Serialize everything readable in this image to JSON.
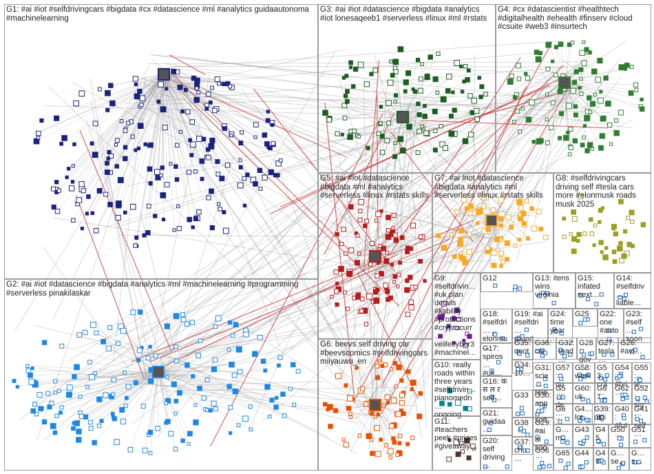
{
  "groups": [
    {
      "id": "G1",
      "label": "G1: #ai #iot #selfdrivingcars #bigdata #cx #datascience #ml #analytics guidaautonoma #machinelearning",
      "color": "#1a237e"
    },
    {
      "id": "G2",
      "label": "G2: #ai #iot #datascience #bigdata #analytics #ml #machinelearning #programming #serverless pinakilaskar",
      "color": "#1e88e5"
    },
    {
      "id": "G3",
      "label": "G3: #ai #iot #datascience #bigdata #analytics #iot lonesaqeeb1 #serverless #linux #ml #rstats",
      "color": "#1b5e20"
    },
    {
      "id": "G4",
      "label": "G4: #cx #datascientist #healthtech #digitalhealth #ehealth #finserv #cloud #csuite #web3 #insurtech",
      "color": "#2e7d32"
    },
    {
      "id": "G5",
      "label": "G5: #ai #iot #datascience #bigdata #ml #analytics #serverless #linux #rstats skills",
      "color": "#b71c1c"
    },
    {
      "id": "G6",
      "label": "G6: beevs self driving car #beevscomics #selfdrivingcars miiyauwu_en",
      "color": "#e65100"
    },
    {
      "id": "G7",
      "label": "G7: #ai #iot #datascience #bigdata #analytics #ml #serverless #linux #rstats skills",
      "color": "#f9a825"
    },
    {
      "id": "G8",
      "label": "G8: #selfdrivingcars driving self #tesla cars more #elonmusk roads musk 2025",
      "color": "#9e9d24"
    },
    {
      "id": "G9",
      "label": "G9: #selfdrivin… #uk plan details #liability #protections #cryptocurr… veillecyber3 #machinel…",
      "color": "#6a1b9a"
    },
    {
      "id": "G10",
      "label": "G10: really roads within three years #selfdrivin… pianomedn… ongoing…",
      "color": "#00838f"
    },
    {
      "id": "G11",
      "label": "G11: #teachers peek #prizes #giveaway…",
      "color": "#4e342e"
    },
    {
      "id": "G12",
      "label": "G12",
      "color": "#1565c0"
    },
    {
      "id": "G13",
      "label": "G13: itens wins virginia",
      "color": "#1565c0"
    },
    {
      "id": "G14",
      "label": "G14: #selfdriv… liable…",
      "color": "#1565c0"
    },
    {
      "id": "G15",
      "label": "G15: infated next…",
      "color": "#1565c0"
    },
    {
      "id": "G16",
      "label": "G16: क स ल र self…",
      "color": "#1565c0"
    },
    {
      "id": "G17",
      "label": "G17: spiros… #uk…",
      "color": "#1565c0"
    },
    {
      "id": "G18",
      "label": "G18: #selfdri… elonmu…",
      "color": "#1565c0"
    },
    {
      "id": "G19",
      "label": "G19: #ai #selfdri… round…",
      "color": "#1565c0"
    },
    {
      "id": "G20",
      "label": "G20: self driving…",
      "color": "#1565c0"
    },
    {
      "id": "G21",
      "label": "G21: guidaa…",
      "color": "#1565c0"
    },
    {
      "id": "G22",
      "label": "G22: one #auto…",
      "color": "#1565c0"
    },
    {
      "id": "G23",
      "label": "G23: #self… soon",
      "color": "#1565c0"
    },
    {
      "id": "G24",
      "label": "G24: time year…",
      "color": "#1565c0"
    },
    {
      "id": "G25",
      "label": "G25",
      "color": "#1565c0"
    },
    {
      "id": "G26",
      "label": "G26: #avt…",
      "color": "#1565c0"
    },
    {
      "id": "G27",
      "label": "G27: tesla…",
      "color": "#1565c0"
    },
    {
      "id": "G28",
      "label": "G28: gov…",
      "color": "#1565c0"
    },
    {
      "id": "G29",
      "label": "G29: #ai ai soo…",
      "color": "#1565c0"
    },
    {
      "id": "G30",
      "label": "G30: app… soft…",
      "color": "#1565c0"
    },
    {
      "id": "G31",
      "label": "G31: scie… rele…",
      "color": "#1565c0"
    },
    {
      "id": "G32",
      "label": "G32: read…",
      "color": "#1565c0"
    },
    {
      "id": "G33",
      "label": "G33",
      "color": "#1565c0"
    },
    {
      "id": "G34",
      "label": "G34: 10…",
      "color": "#1565c0"
    },
    {
      "id": "G35",
      "label": "G35: quot…",
      "color": "#1565c0"
    },
    {
      "id": "G36",
      "label": "G36: car",
      "color": "#1565c0"
    },
    {
      "id": "G37",
      "label": "G37: cho…",
      "color": "#1565c0"
    },
    {
      "id": "G38",
      "label": "G38",
      "color": "#1565c0"
    },
    {
      "id": "G39",
      "label": "G39: digi…",
      "color": "#1565c0"
    },
    {
      "id": "G40",
      "label": "G40: #fut…",
      "color": "#1565c0"
    },
    {
      "id": "G41",
      "label": "G41: self…",
      "color": "#1565c0"
    },
    {
      "id": "G42",
      "label": "G42: G…",
      "color": "#1565c0"
    },
    {
      "id": "G43",
      "label": "G43",
      "color": "#1565c0"
    },
    {
      "id": "G44",
      "label": "G44",
      "color": "#1565c0"
    },
    {
      "id": "G45",
      "label": "G45",
      "color": "#1565c0"
    },
    {
      "id": "G46",
      "label": "G4… lot…",
      "color": "#1565c0"
    },
    {
      "id": "G49",
      "label": "G49",
      "color": "#1565c0"
    },
    {
      "id": "G50",
      "label": "G50",
      "color": "#1565c0"
    },
    {
      "id": "G51",
      "label": "G51",
      "color": "#1565c0"
    },
    {
      "id": "G52",
      "label": "G52: sig…",
      "color": "#1565c0"
    },
    {
      "id": "G53",
      "label": "G53: cra…",
      "color": "#1565c0"
    },
    {
      "id": "G54",
      "label": "G54: #bri…",
      "color": "#1565c0"
    },
    {
      "id": "G55",
      "label": "G55: le…",
      "color": "#1565c0"
    },
    {
      "id": "G56",
      "label": "G56",
      "color": "#1565c0"
    },
    {
      "id": "G57",
      "label": "G57: qu…",
      "color": "#1565c0"
    },
    {
      "id": "G58",
      "label": "G58: work",
      "color": "#1565c0"
    },
    {
      "id": "G59",
      "label": "G5… de…",
      "color": "#1565c0"
    },
    {
      "id": "G60",
      "label": "G60: uk…",
      "color": "#1565c0"
    },
    {
      "id": "G61",
      "label": "G61",
      "color": "#1565c0"
    },
    {
      "id": "G62",
      "label": "G62",
      "color": "#1565c0"
    },
    {
      "id": "G63",
      "label": "G63",
      "color": "#1565c0"
    },
    {
      "id": "G64",
      "label": "G6… ",
      "color": "#1565c0"
    },
    {
      "id": "G65",
      "label": "G65",
      "color": "#1565c0"
    },
    {
      "id": "G66",
      "label": "G… m…",
      "color": "#1565c0"
    },
    {
      "id": "G67",
      "label": "G… se…",
      "color": "#1565c0"
    },
    {
      "id": "G68",
      "label": "G… s…",
      "color": "#1565c0"
    }
  ]
}
